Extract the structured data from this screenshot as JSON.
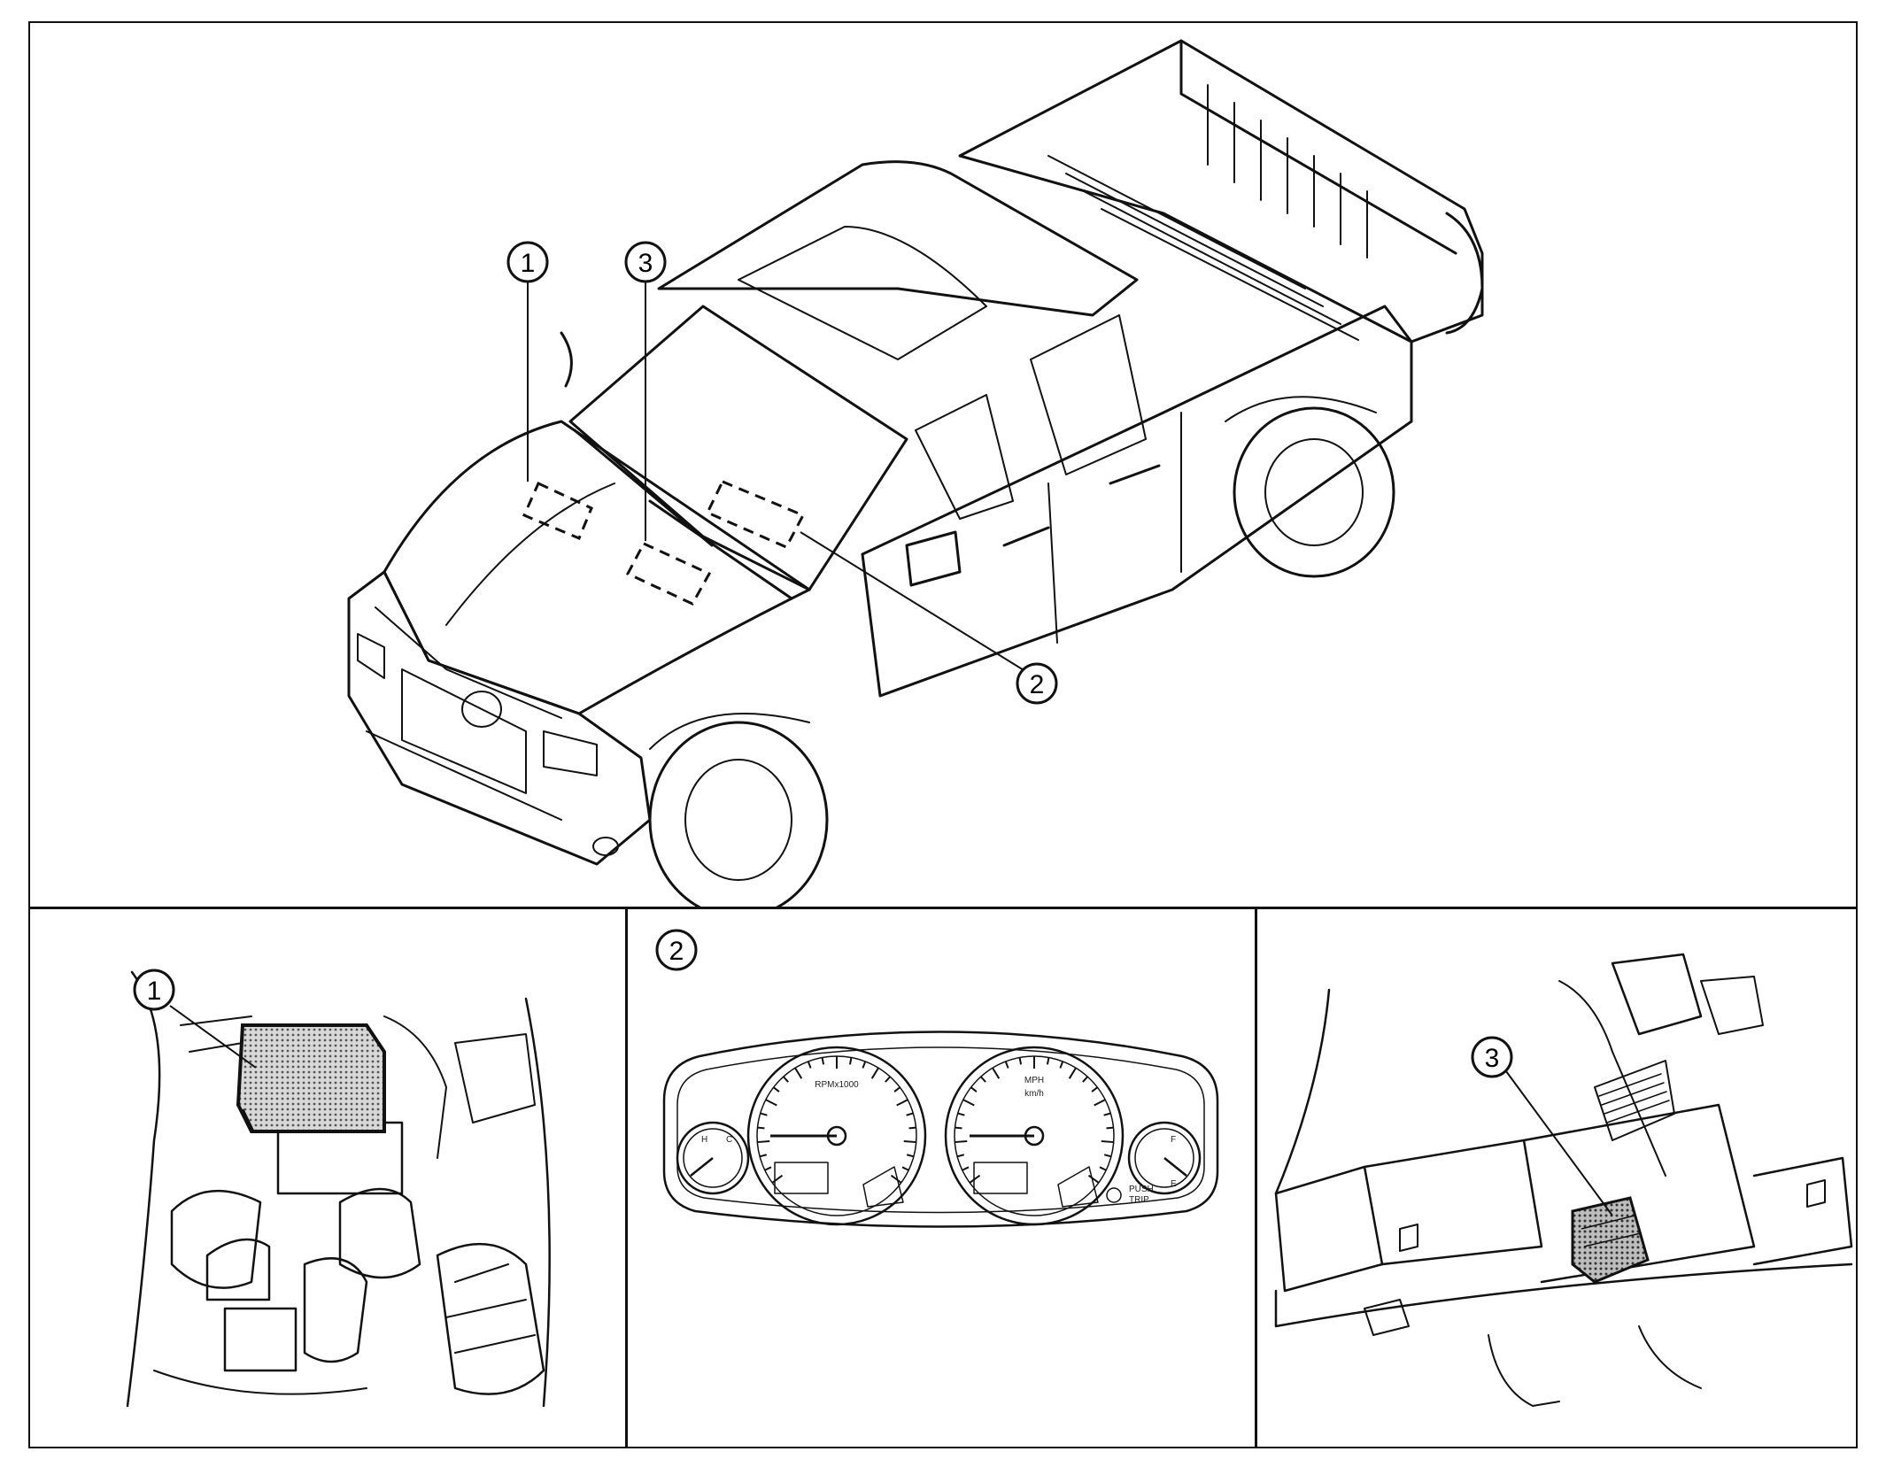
{
  "callouts": {
    "c1": "1",
    "c2": "2",
    "c3": "3"
  },
  "gauges": {
    "tach_label": "RPMx1000",
    "speed_label": "MPH",
    "speed_sub": "km/h",
    "temp_hot": "H",
    "temp_cold": "C",
    "fuel_full": "F",
    "fuel_empty": "E",
    "push_label": "PUSH",
    "trip_label": "TRIP"
  },
  "colors": {
    "line": "#111111",
    "background": "#ffffff",
    "shade": "#9a9a9a"
  }
}
